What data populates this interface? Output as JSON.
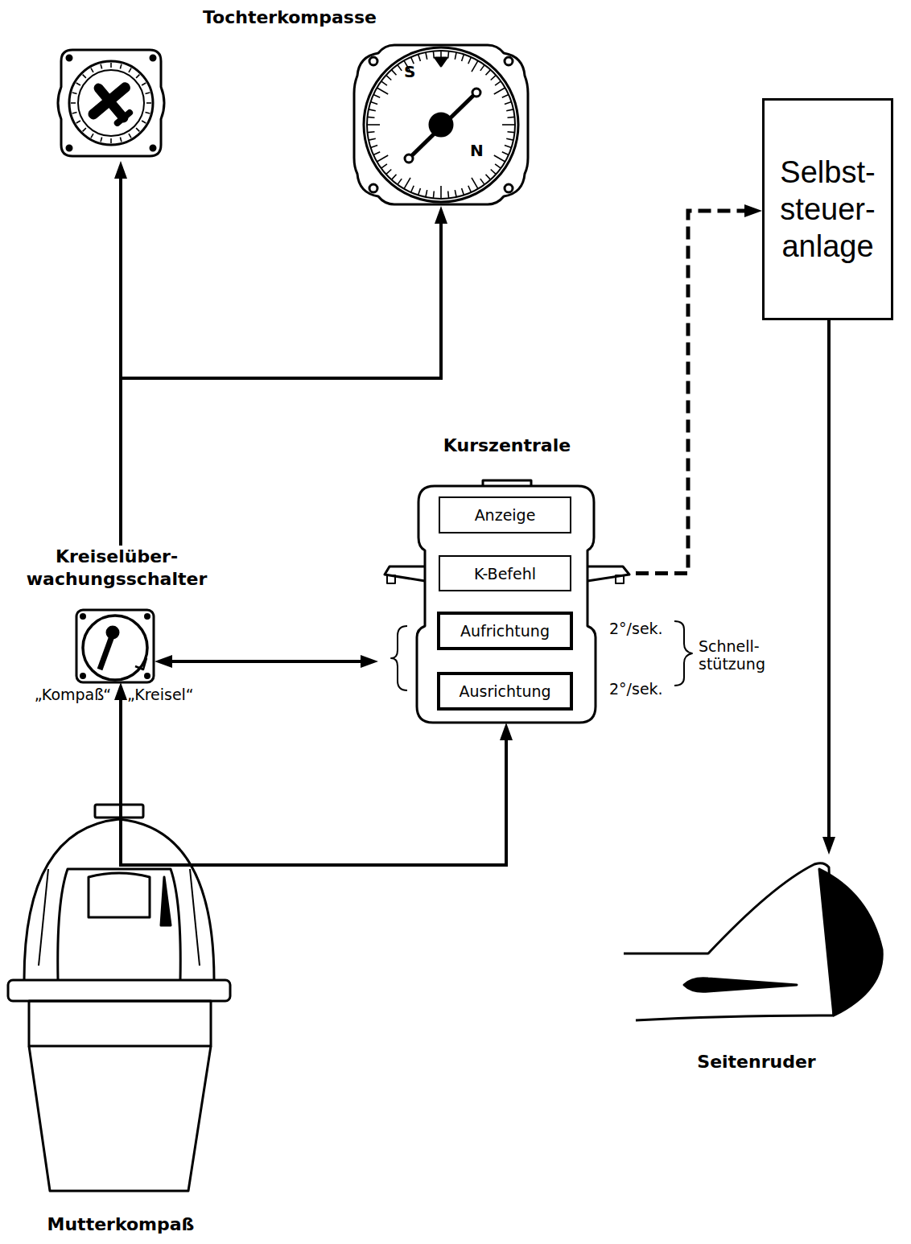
{
  "diagram": {
    "nodes": [
      {
        "text": [
          "Tochterkompasse"
        ]
      },
      {
        "text": [
          "Selbst- steuer- anlage"
        ]
      },
      {
        "text": [
          "Kurszentrale"
        ]
      },
      {
        "text": [
          "Anzeige"
        ],
        "in": 2
      },
      {
        "text": [
          "K-Befehl"
        ],
        "in": 2
      },
      {
        "text": [
          "Aufrichtung"
        ],
        "in": 2
      },
      {
        "text": [
          "Ausrichtung"
        ],
        "in": 2
      },
      {
        "text": [
          "Kreiselüber- wachungsschalter"
        ]
      },
      {
        "text": [
          "Mutterkompaß"
        ]
      },
      {
        "text": [
          "Seitenruder"
        ]
      }
    ],
    "edges": [
      {
        "from": 8,
        "to": 7,
        "arrow": "to"
      },
      {
        "from": 8,
        "to": 2,
        "arrow": "to"
      },
      {
        "from": 7,
        "to": 0,
        "arrow": "to"
      },
      {
        "from": 7,
        "to": 2,
        "arrow": "both"
      },
      {
        "from": 2,
        "to": 1,
        "arrow": "to"
      },
      {
        "from": 1,
        "to": 9,
        "arrow": "to"
      }
    ],
    "labels": [
      "„Kompaß“",
      "„Kreisel“",
      "2°/sek.",
      "2°/sek.",
      "Schnell- stützung",
      "S",
      "N"
    ]
  }
}
